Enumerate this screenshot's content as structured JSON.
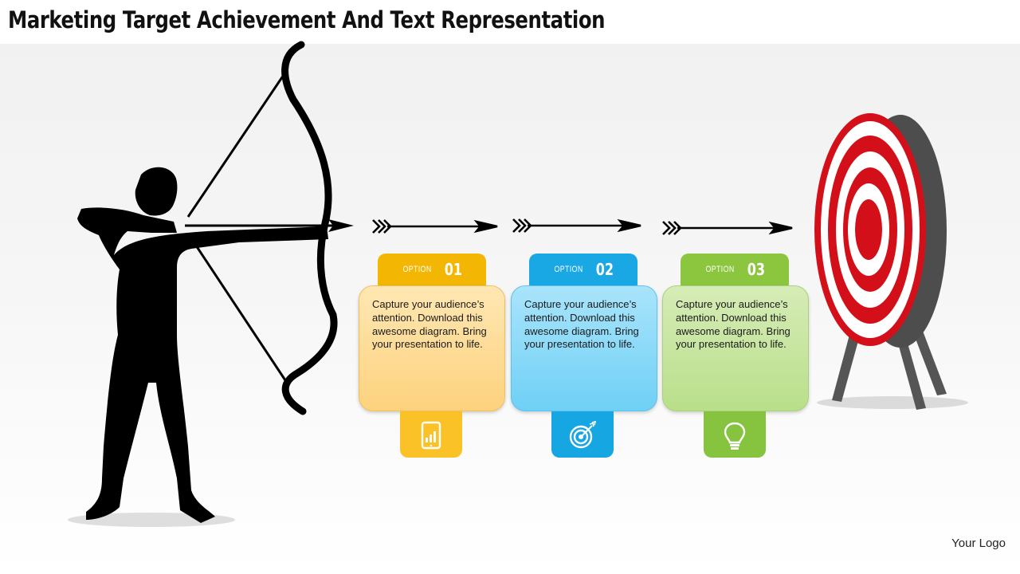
{
  "title": "Marketing Target Achievement And Text Representation",
  "cards": [
    {
      "tab_word": "OPTION",
      "tab_number": "01",
      "text": "Capture your audience’s attention. Download this awesome diagram. Bring your presentation to life.",
      "icon": "phone-chart-icon",
      "color": "#f2b603"
    },
    {
      "tab_word": "OPTION",
      "tab_number": "02",
      "text": "Capture your audience’s attention. Download this awesome diagram. Bring your presentation to life.",
      "icon": "target-icon",
      "color": "#1aa8e5"
    },
    {
      "tab_word": "OPTION",
      "tab_number": "03",
      "text": "Capture your audience’s attention. Download this awesome diagram. Bring your presentation to life.",
      "icon": "lightbulb-icon",
      "color": "#8cc63f"
    }
  ],
  "logo_text": "Your Logo",
  "colors": {
    "target_red": "#d3101a",
    "archer": "#000000"
  }
}
